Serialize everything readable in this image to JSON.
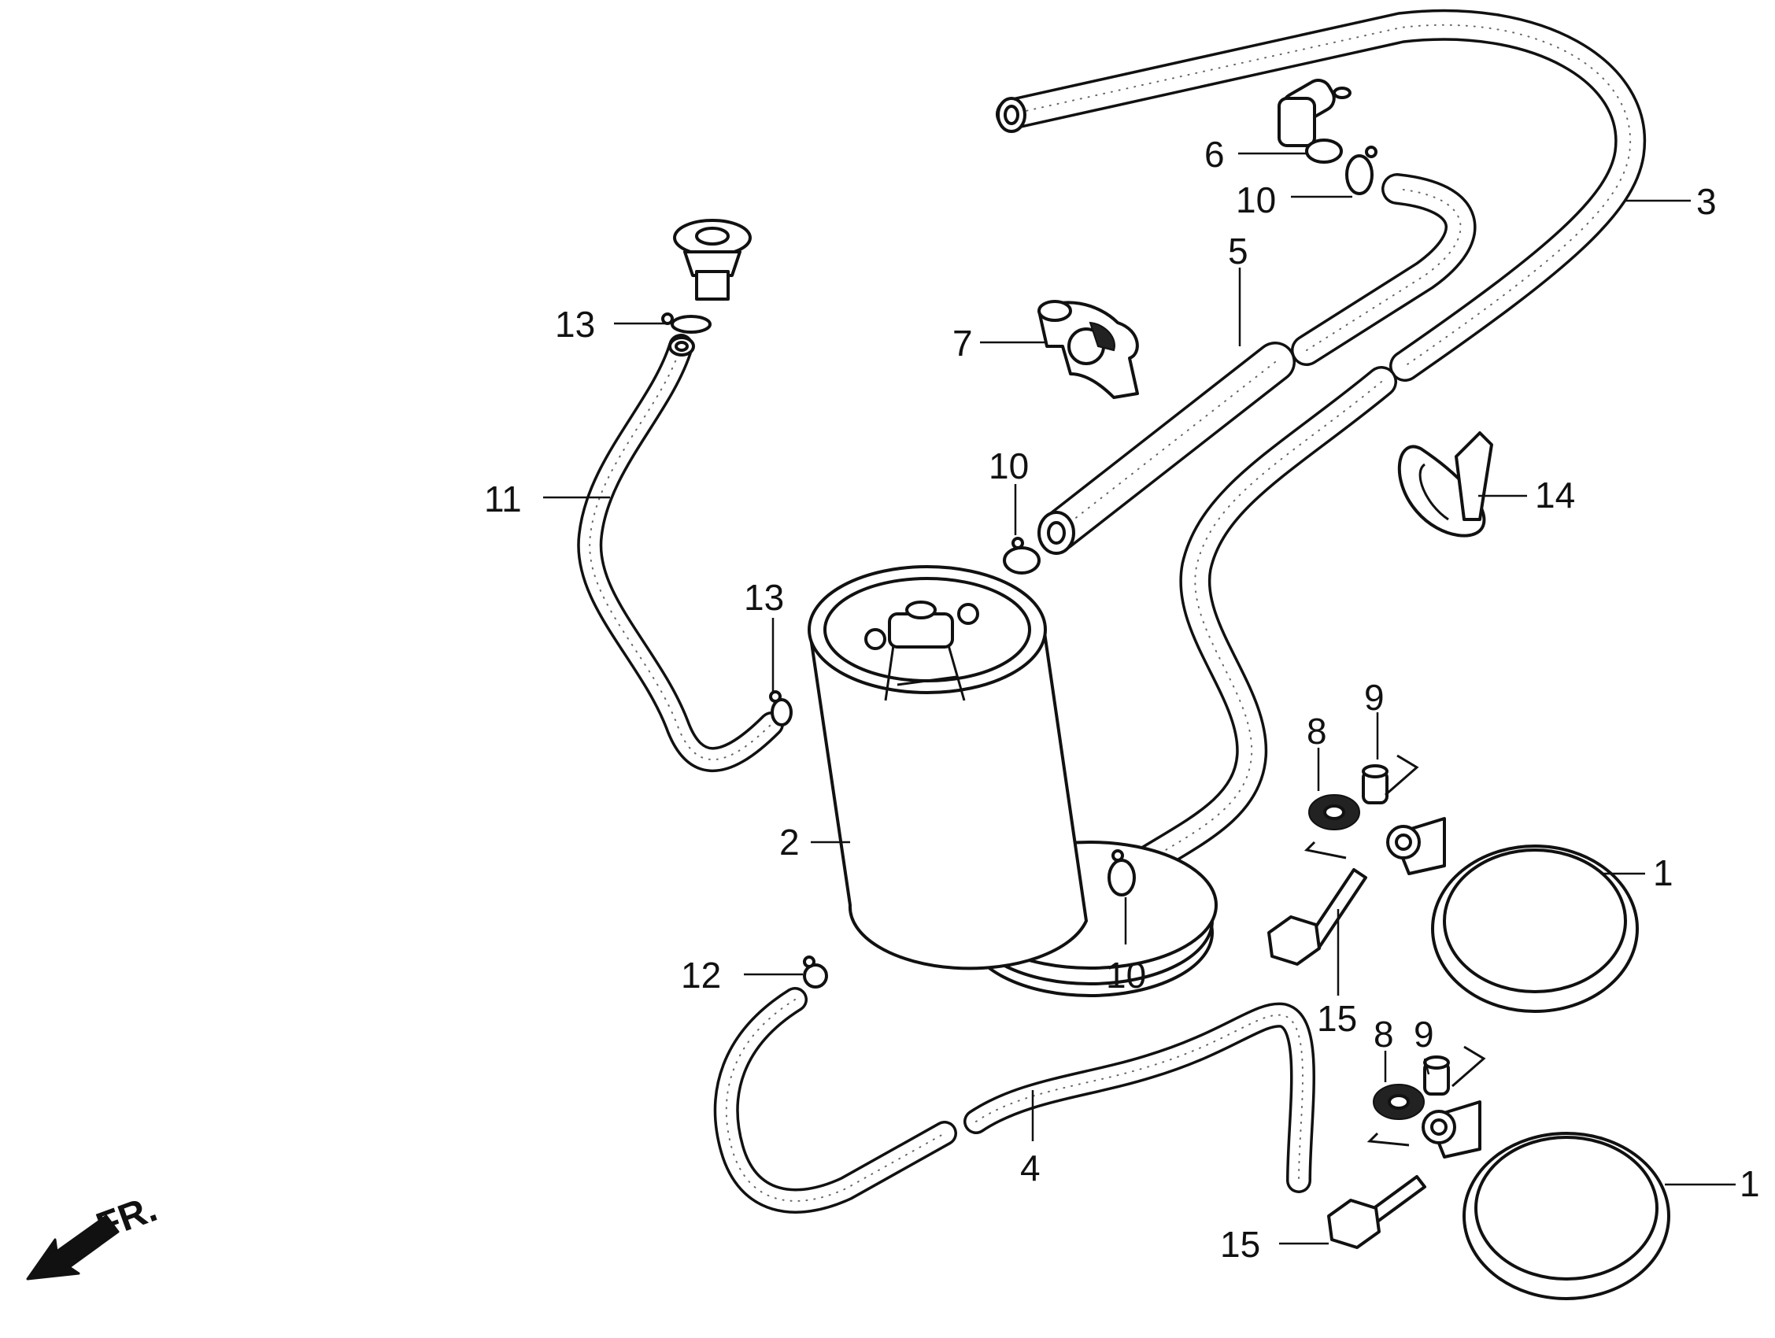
{
  "callouts": [
    {
      "id": "p1a",
      "text": "1"
    },
    {
      "id": "p1b",
      "text": "1"
    },
    {
      "id": "p2",
      "text": "2"
    },
    {
      "id": "p3",
      "text": "3"
    },
    {
      "id": "p4",
      "text": "4"
    },
    {
      "id": "p5",
      "text": "5"
    },
    {
      "id": "p6",
      "text": "6"
    },
    {
      "id": "p7",
      "text": "7"
    },
    {
      "id": "p8a",
      "text": "8"
    },
    {
      "id": "p8b",
      "text": "8"
    },
    {
      "id": "p9a",
      "text": "9"
    },
    {
      "id": "p9b",
      "text": "9"
    },
    {
      "id": "p10a",
      "text": "10"
    },
    {
      "id": "p10b",
      "text": "10"
    },
    {
      "id": "p10c",
      "text": "10"
    },
    {
      "id": "p11",
      "text": "11"
    },
    {
      "id": "p12",
      "text": "12"
    },
    {
      "id": "p13a",
      "text": "13"
    },
    {
      "id": "p13b",
      "text": "13"
    },
    {
      "id": "p14",
      "text": "14"
    },
    {
      "id": "p15a",
      "text": "15"
    },
    {
      "id": "p15b",
      "text": "15"
    }
  ],
  "direction_label": "FR.",
  "icons": {
    "direction_arrow": "front-direction-arrow-icon"
  },
  "colors": {
    "line": "#111111",
    "background": "#ffffff"
  }
}
